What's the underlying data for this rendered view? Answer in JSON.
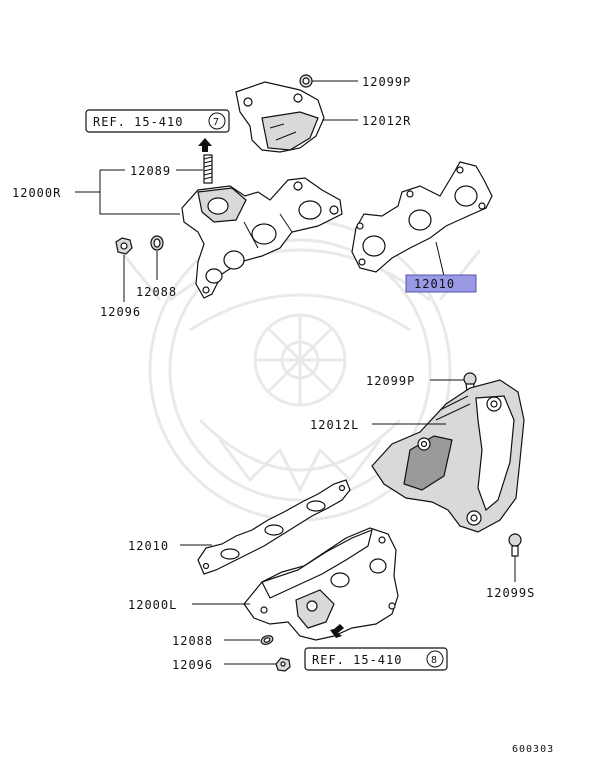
{
  "labels": {
    "p12099p_top": "12099P",
    "p12012r": "12012R",
    "ref_top": "REF. 15-410",
    "ref_top_circle": "7",
    "p12089": "12089",
    "p12000r": "12000R",
    "p12010_top": "12010",
    "p12088_top": "12088",
    "p12096_top": "12096",
    "p12099p_mid": "12099P",
    "p12012l": "12012L",
    "p12010_bottom": "12010",
    "p12000l": "12000L",
    "p12099s": "12099S",
    "p12088_bottom": "12088",
    "p12096_bottom": "12096",
    "ref_bottom": "REF. 15-410",
    "ref_bottom_circle": "8",
    "diagram_id": "600303"
  },
  "highlight": {
    "part": "12010",
    "color": "#9999e6"
  },
  "icons": {
    "watermark": "samurai-helmet-watermark",
    "arrow": "direction-arrow-icon"
  }
}
